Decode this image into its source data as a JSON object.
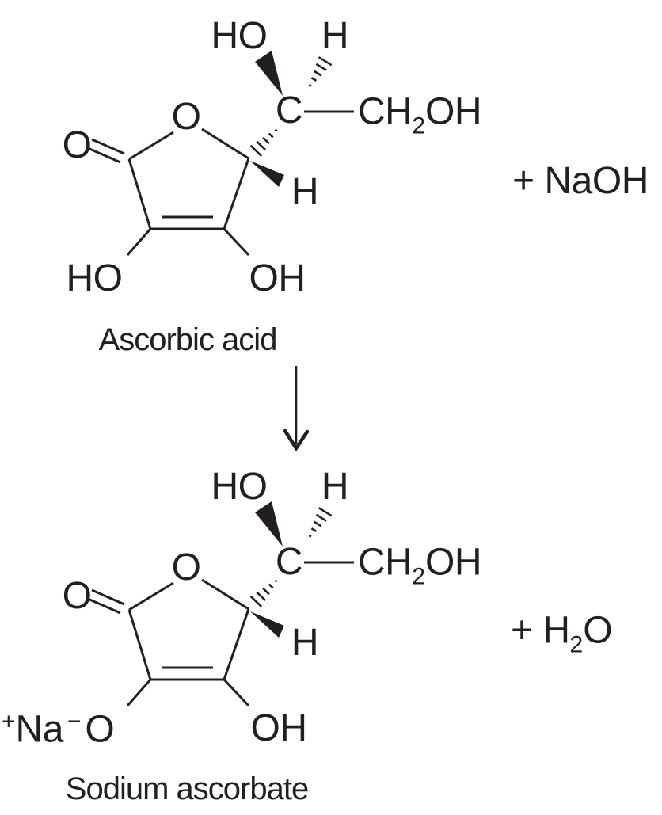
{
  "figure": {
    "background": "#ffffff",
    "ink": "#231f20"
  },
  "reactant_line": {
    "plus_reagent": "+ NaOH"
  },
  "product_line": {
    "plus_h": "+ H",
    "sub_2": "2",
    "o": "O"
  },
  "ascorbic_acid": {
    "caption": "Ascorbic acid",
    "ring_oxygen": "O",
    "carbonyl_oxygen": "O",
    "enol_ho": "HO",
    "enol_oh": "OH",
    "ring_h": "H",
    "chain_carbon": "C",
    "chain_ho": "HO",
    "chain_h": "H",
    "ch2oh_ch": "CH",
    "ch2oh_sub": "2",
    "ch2oh_oh": "OH"
  },
  "sodium_ascorbate": {
    "caption": "Sodium ascorbate",
    "ring_oxygen": "O",
    "carbonyl_oxygen": "O",
    "na_plus_sign": "+",
    "na": "Na",
    "o_minus_sign": "−",
    "o": "O",
    "enol_oh": "OH",
    "ring_h": "H",
    "chain_carbon": "C",
    "chain_ho": "HO",
    "chain_h": "H",
    "ch2oh_ch": "CH",
    "ch2oh_sub": "2",
    "ch2oh_oh": "OH"
  }
}
